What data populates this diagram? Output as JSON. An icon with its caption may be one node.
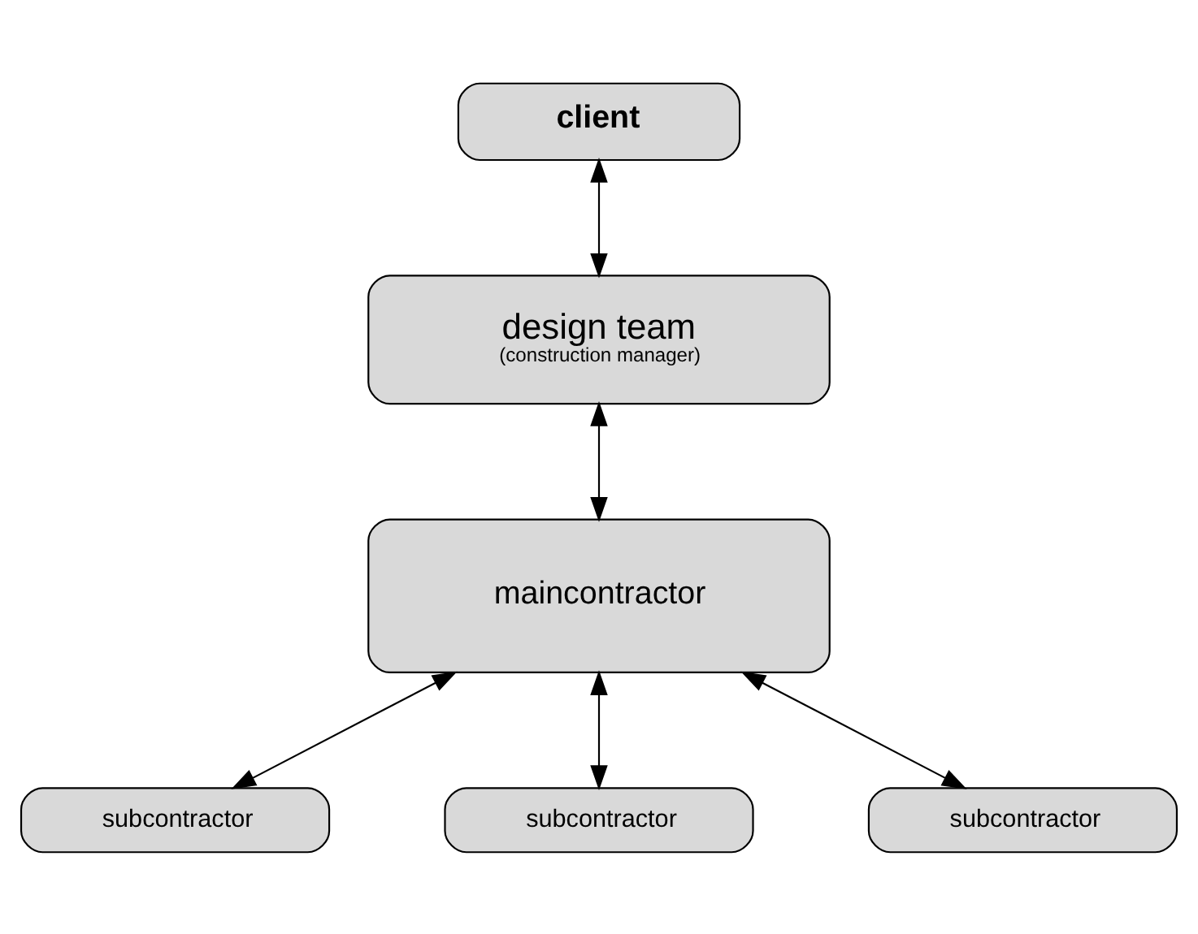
{
  "diagram": {
    "nodes": [
      {
        "text": [
          "client"
        ]
      },
      {
        "text": [
          "design team",
          "(construction manager)"
        ]
      },
      {
        "text": [
          "maincontractor"
        ]
      },
      {
        "text": [
          "subcontractor"
        ]
      },
      {
        "text": [
          "subcontractor"
        ]
      },
      {
        "text": [
          "subcontractor"
        ]
      }
    ],
    "edges": [
      {
        "from": 0,
        "to": 1,
        "arrow": "both"
      },
      {
        "from": 1,
        "to": 2,
        "arrow": "both"
      },
      {
        "from": 2,
        "to": 3,
        "arrow": "both"
      },
      {
        "from": 2,
        "to": 4,
        "arrow": "both"
      },
      {
        "from": 2,
        "to": 5,
        "arrow": "both"
      }
    ]
  }
}
